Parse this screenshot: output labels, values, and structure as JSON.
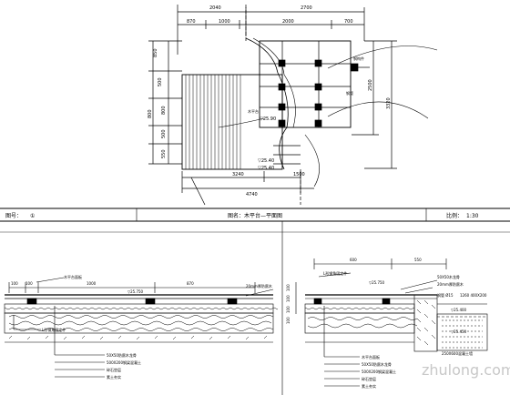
{
  "plan": {
    "dims_top_outer": [
      "2040",
      "2700"
    ],
    "dims_top_inner": [
      "870",
      "1000",
      "2000",
      "700"
    ],
    "dims_left": [
      "850",
      "500",
      "800",
      "800",
      "500",
      "550"
    ],
    "dims_right": [
      "2500",
      "3320"
    ],
    "dims_bottom": [
      "3240",
      "1500",
      "4740"
    ],
    "elevations": [
      "▽25.90",
      "▽25.40",
      "▽25.40"
    ],
    "leader_labels": [
      "钢构件",
      "钢管",
      "木平台"
    ]
  },
  "title_bar": {
    "drawing_no_label": "图号：",
    "drawing_no_value": "①",
    "drawing_name": "图名：木平台—平面图",
    "scale_label": "比例：",
    "scale_value": "1:30"
  },
  "section_left": {
    "dims": [
      "100",
      "100",
      "1000",
      "870"
    ],
    "elevation": "▽25.750",
    "callouts": [
      "木平台面板",
      "20mm厚防腐木",
      "L形钢角固定件"
    ],
    "layer_notes": [
      "50X50防腐木龙骨",
      "500X200钢梁混凝土",
      "碎石垫层",
      "素土夯实"
    ]
  },
  "section_right": {
    "dims": [
      "600",
      "550",
      "100",
      "100",
      "100",
      "100"
    ],
    "elevations": [
      "▽25.750",
      "▽25.400",
      "▽25.450"
    ],
    "callouts": [
      "L形钢角固定件",
      "50X50木龙骨",
      "20mm厚防腐木",
      "250X600混凝土墙"
    ],
    "layer_notes": [
      "木平台面板",
      "50X50防腐木龙骨",
      "500X200钢梁混凝土",
      "碎石垫层",
      "素土夯实"
    ],
    "pipe_label": "钢管 Ø15",
    "pipe_label_2": "1260 400X200"
  },
  "watermark": "zhulong.com"
}
